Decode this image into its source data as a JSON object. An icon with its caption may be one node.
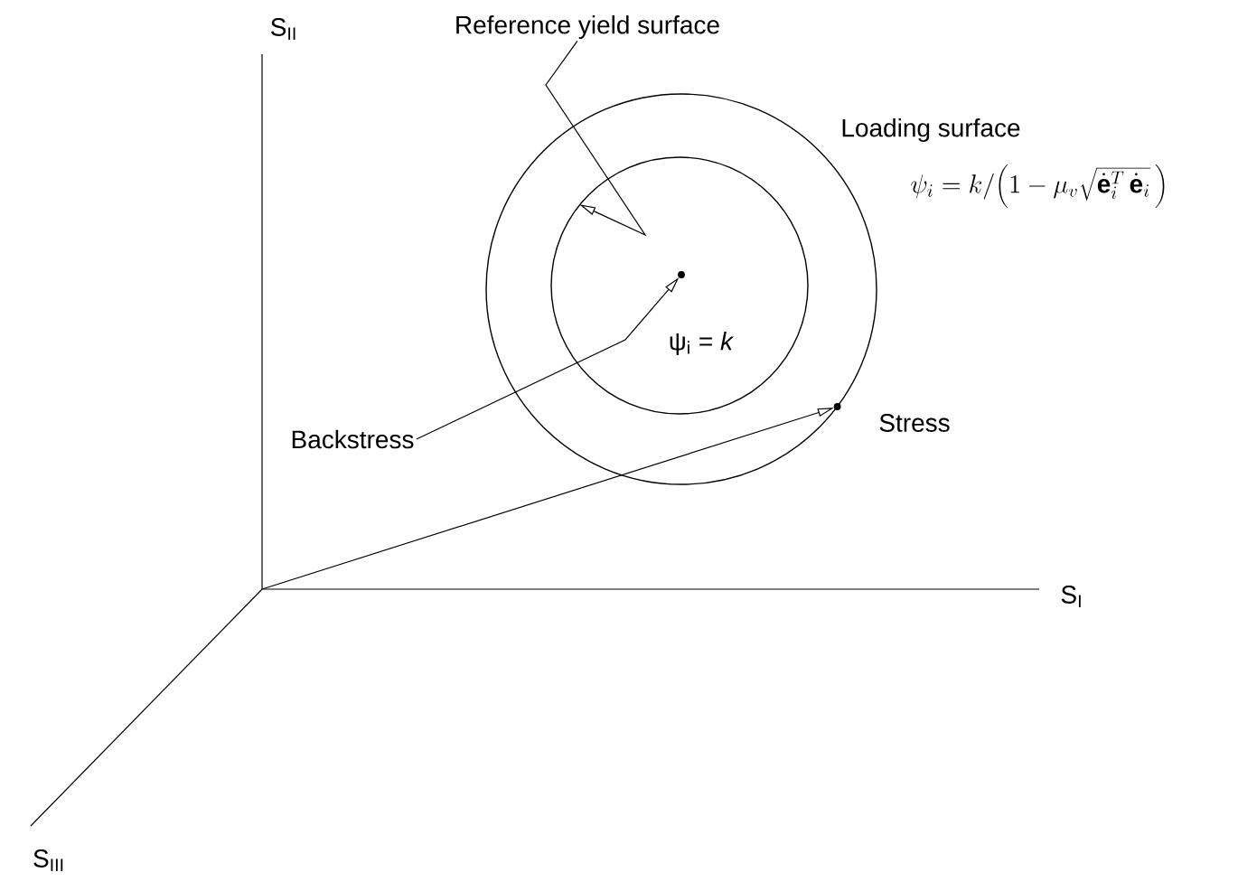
{
  "diagram": {
    "nodes": [
      {
        "text": [
          "Reference yield surface"
        ]
      },
      {
        "text": [],
        "shape": "circle",
        "beside": [
          "Loading surface",
          "\\psi_i = k\\big/\\!\\left(1-\\mu_v\\sqrt{\\dot{\\mathbf{e}}_i^{T}\\,\\dot{\\mathbf{e}}_i}\\,\\right)"
        ]
      },
      {
        "text": [
          "ψ$_{i}$ = *k*"
        ],
        "in": 1
      },
      {
        "text": [],
        "shape": "circle",
        "in": 2
      },
      {
        "text": [
          "Backstress"
        ]
      },
      {
        "text": [],
        "shape": "circle",
        "beside": [
          "Stress"
        ]
      }
    ],
    "edges": [
      {
        "from": 0,
        "to": 2,
        "arrow": "to"
      },
      {
        "from": 4,
        "to": 3,
        "arrow": "to"
      },
      {
        "from": null,
        "to": 5,
        "arrow": "to"
      }
    ],
    "labels": [
      "S$_{II}$",
      "S$_{I}$",
      "S$_{III}$"
    ]
  }
}
